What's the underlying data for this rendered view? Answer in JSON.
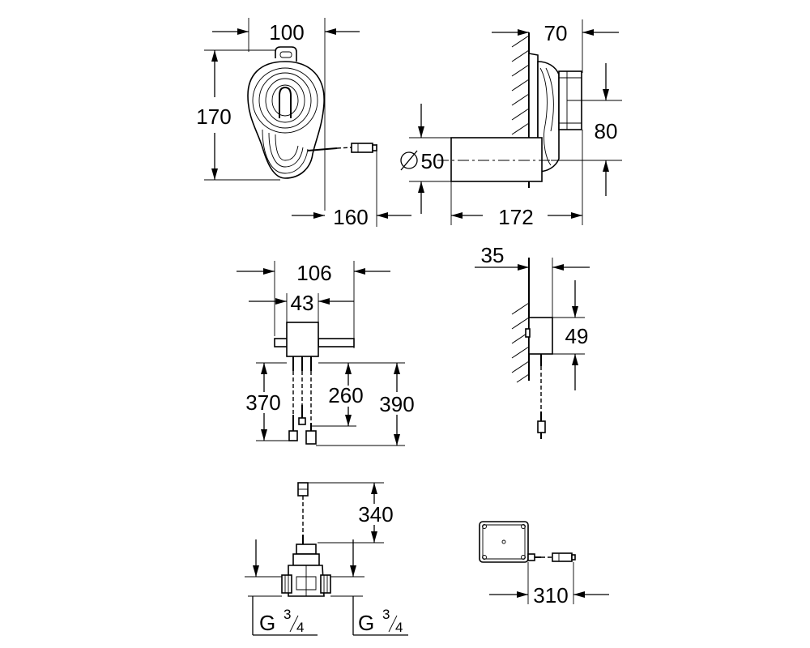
{
  "dimensions": {
    "siphon_width": "100",
    "siphon_height": "170",
    "siphon_cable_length": "160",
    "outlet_depth": "70",
    "outlet_offset": "80",
    "pipe_diameter": "50",
    "pipe_length": "172",
    "valve_block_width": "106",
    "valve_block_inner": "43",
    "cable_370": "370",
    "cable_260": "260",
    "cable_390": "390",
    "side_depth": "35",
    "side_height": "49",
    "connection_cable": "340",
    "thread_left": "G",
    "thread_right": "G",
    "thread_num": "3",
    "thread_den": "4",
    "box_cable": "310"
  }
}
